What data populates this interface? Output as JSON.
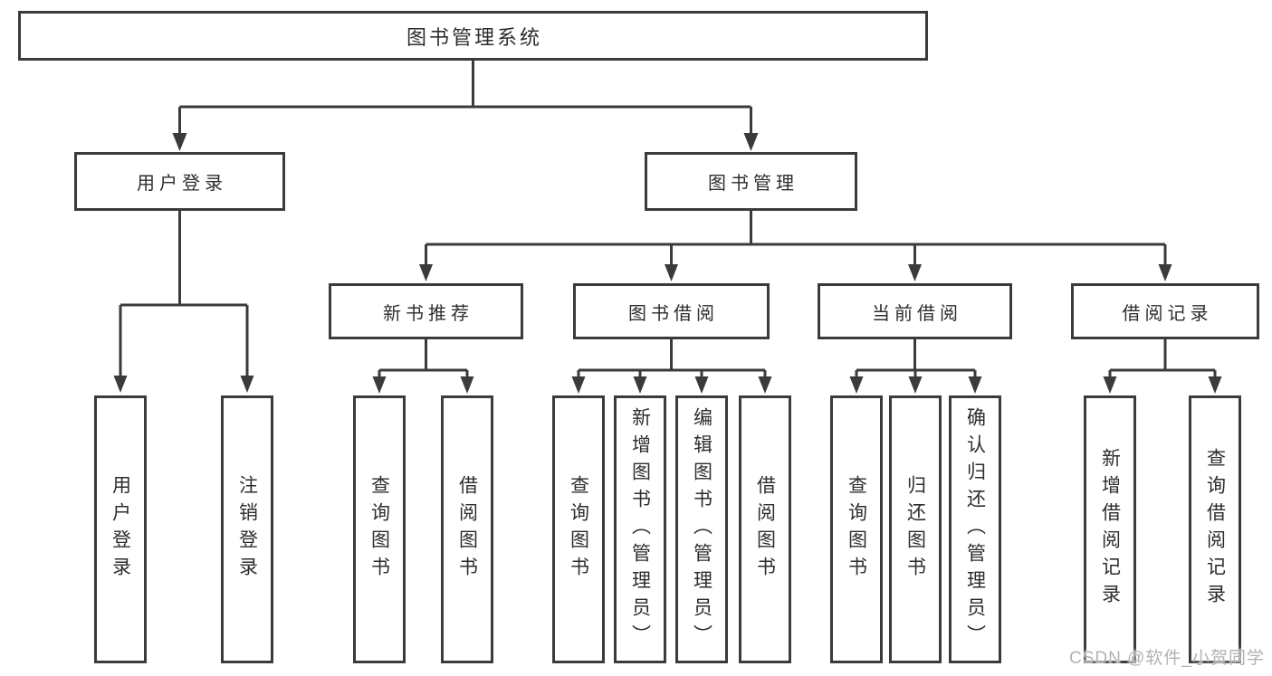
{
  "nodes": {
    "root": "图书管理系统",
    "user_login": "用户登录",
    "book_mgmt": "图书管理",
    "new_book_rec": "新书推荐",
    "book_borrow": "图书借阅",
    "current_borrow": "当前借阅",
    "borrow_record": "借阅记录",
    "leaf_user_login": "用户登录",
    "leaf_logout": "注销登录",
    "leaf_nb_query": "查询图书",
    "leaf_nb_borrow": "借阅图书",
    "leaf_bb_query": "查询图书",
    "leaf_bb_add": "新增图书（管理员）",
    "leaf_bb_edit": "编辑图书（管理员）",
    "leaf_bb_borrow": "借阅图书",
    "leaf_cb_query": "查询图书",
    "leaf_cb_return": "归还图书",
    "leaf_cb_confirm": "确认归还（管理员）",
    "leaf_br_add": "新增借阅记录",
    "leaf_br_query": "查询借阅记录"
  },
  "watermark": "CSDN @软件_小贺同学",
  "colors": {
    "line": "#3b3b3b",
    "text": "#2d2d2d",
    "background": "#ffffff",
    "watermark": "#b2b2b2"
  }
}
